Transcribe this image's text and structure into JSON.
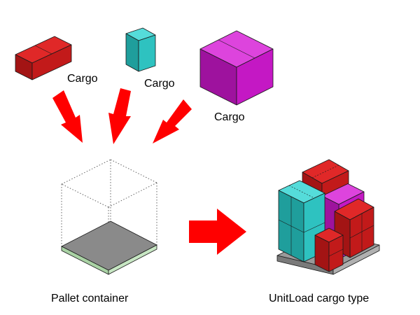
{
  "labels": {
    "cargo_1": "Cargo",
    "cargo_2": "Cargo",
    "cargo_3": "Cargo",
    "pallet_container": "Pallet container",
    "unitload": "UnitLoad cargo type"
  },
  "colors": {
    "red": "#cc1f1f",
    "teal": "#2ec2c0",
    "magenta": "#c418c4",
    "arrow": "#ff0000",
    "pallet_gray": "#8a8a8a",
    "pallet_green": "#b9dcb5"
  }
}
